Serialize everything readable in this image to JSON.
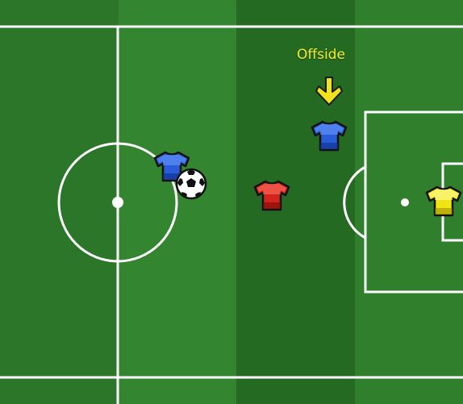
{
  "colors": {
    "grass_light": "#2e7d2c",
    "grass_dark": "#256a23",
    "lines": "#ffffff",
    "offside_text": "#f4ee2a",
    "offside_arrow": "#f2e21c",
    "team_blue": "#2a5bd8",
    "team_red": "#d4231a",
    "keeper_yellow": "#f0e414"
  },
  "overlay": {
    "offside_label": "Offside",
    "offside_icon": "down-arrow-icon"
  },
  "players": [
    {
      "team": "blue",
      "role": "attacker",
      "icon": "shirt-icon",
      "status": "offside"
    },
    {
      "team": "blue",
      "role": "attacker",
      "icon": "shirt-icon",
      "has_ball": true
    },
    {
      "team": "red",
      "role": "defender",
      "icon": "shirt-icon"
    },
    {
      "team": "yellow",
      "role": "goalkeeper",
      "icon": "shirt-icon"
    }
  ],
  "ball": {
    "icon": "soccer-ball-icon"
  }
}
